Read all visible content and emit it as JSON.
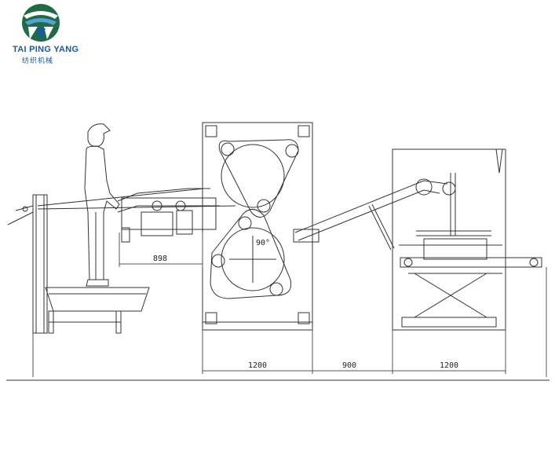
{
  "logo": {
    "brand": "TAI PING YANG",
    "subtitle": "纺织机械",
    "colors": {
      "green": "#1f6b45",
      "blue": "#1a5a9a"
    }
  },
  "dimensions": {
    "d1": "898",
    "d2": "1200",
    "d3": "900",
    "d4": "1200",
    "angle": "90°"
  }
}
